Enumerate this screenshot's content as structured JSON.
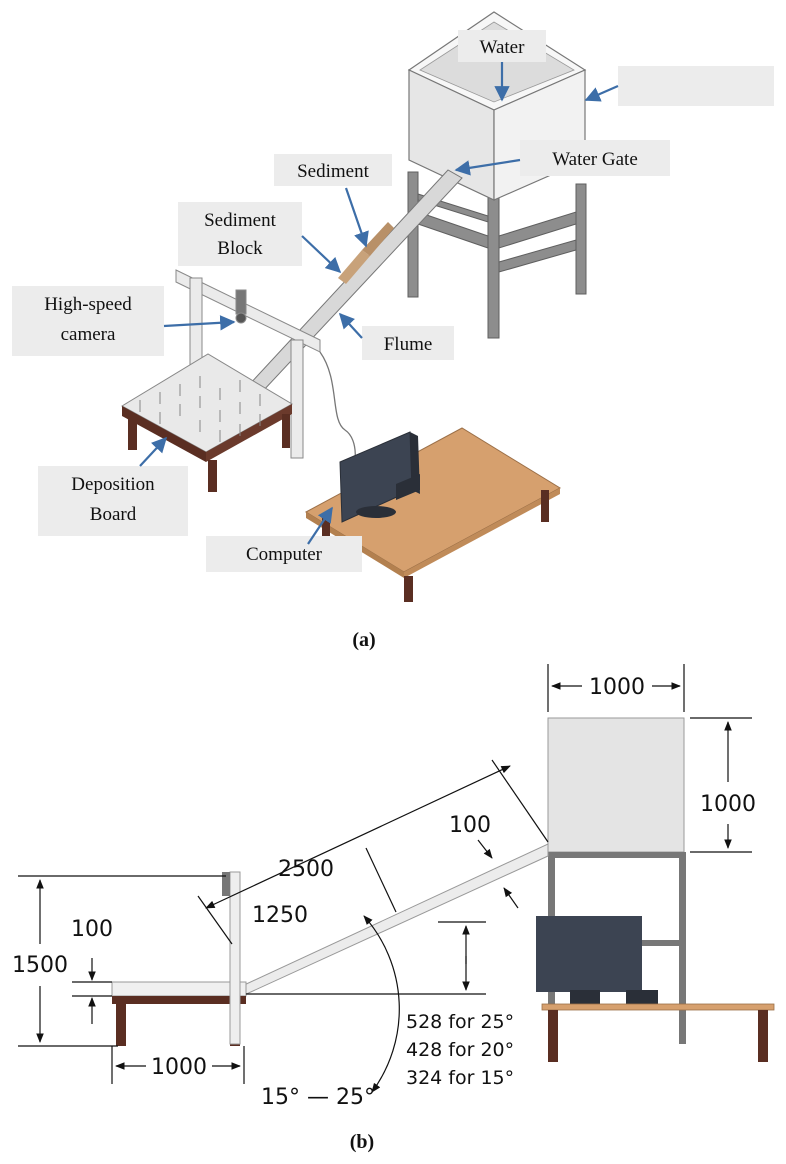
{
  "panel_a": {
    "caption": "(a)",
    "labels": {
      "water": "Water",
      "water_gate": "Water Gate",
      "sediment": "Sediment",
      "sediment_block_1": "Sediment",
      "sediment_block_2": "Block",
      "camera_1": "High-speed",
      "camera_2": "camera",
      "flume": "Flume",
      "deposition_1": "Deposition",
      "deposition_2": "Board",
      "computer": "Computer"
    }
  },
  "panel_b": {
    "caption": "(b)",
    "dims": {
      "tank_width": "1000",
      "tank_height": "1000",
      "flume_width": "100",
      "flume_length": "2500",
      "half_length": "1250",
      "total_height": "1500",
      "board_thickness": "100",
      "board_width": "1000",
      "angle_range": "15° — 25°",
      "rise_25": "528 for 25°",
      "rise_20": "428 for 20°",
      "rise_15": "324 for 15°"
    }
  },
  "colors": {
    "leader": "#3d6ea8",
    "wood": "#5a2e22",
    "desk": "#d6a06e",
    "monitor": "#3c4452",
    "metal": "#8a8a8a"
  }
}
